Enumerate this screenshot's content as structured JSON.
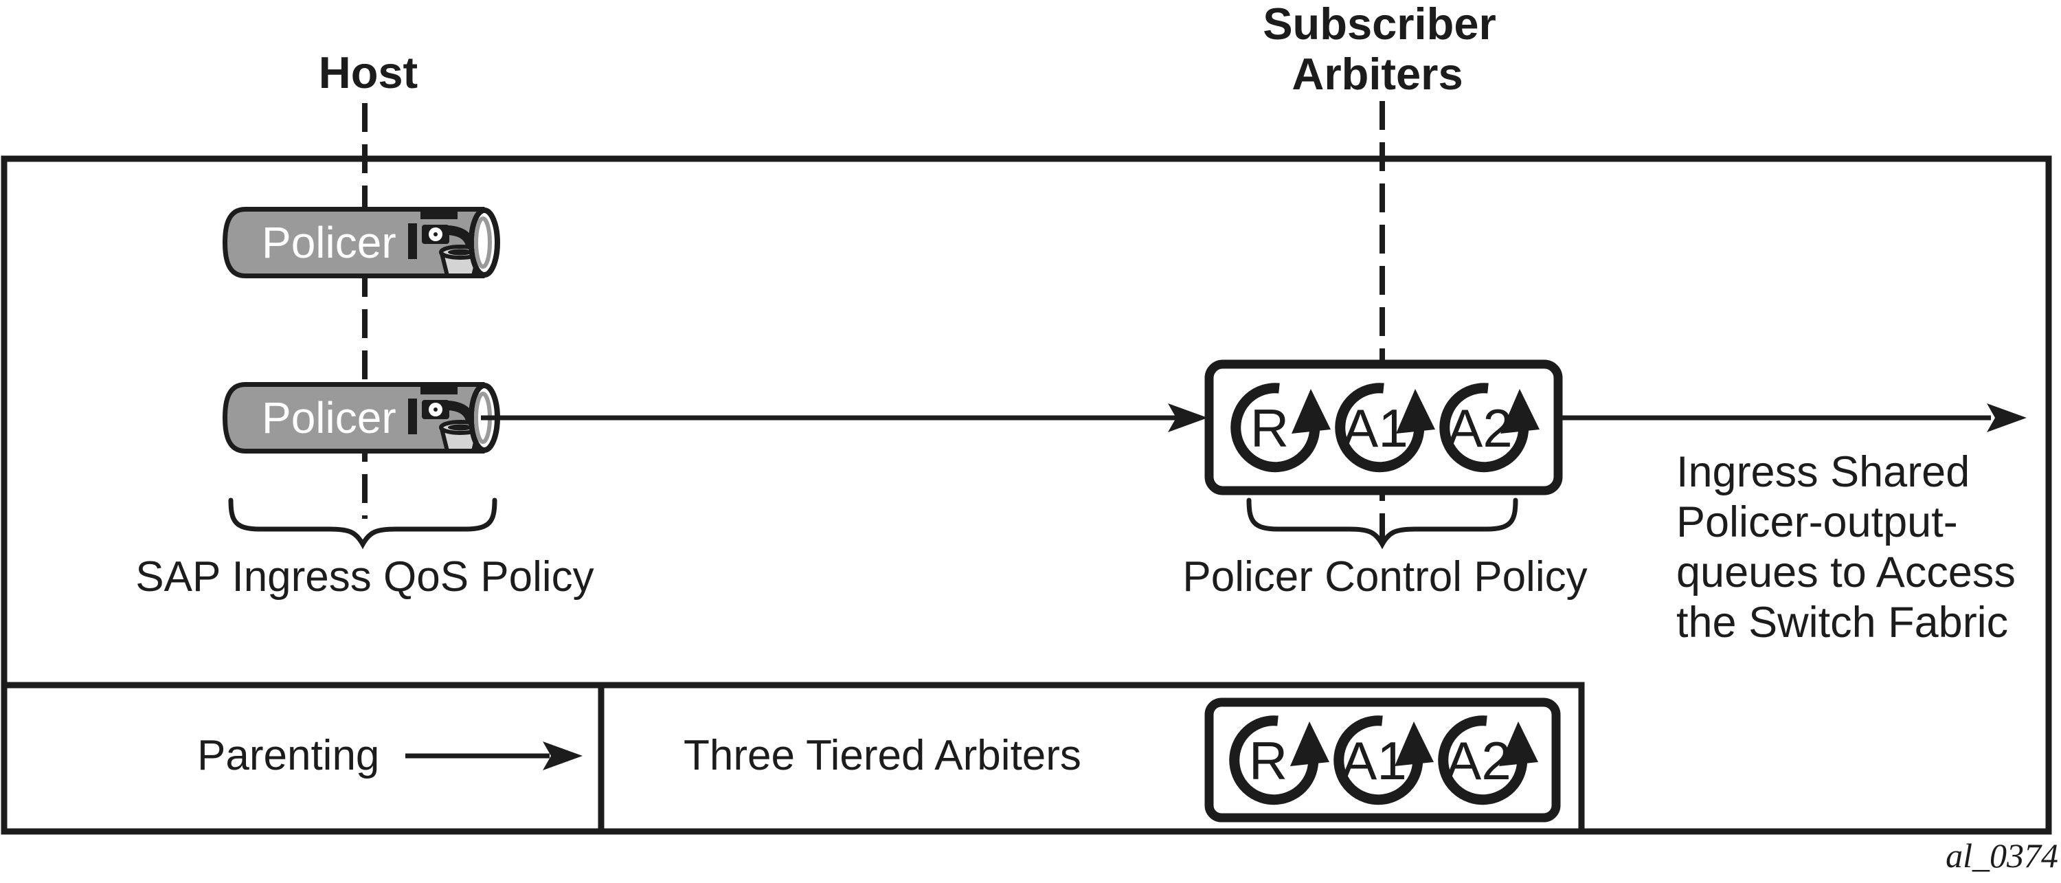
{
  "figure": {
    "caption_id": "al_0374",
    "top_labels": {
      "host": "Host",
      "subscriber_arbiters": [
        "Subscriber",
        "Arbiters"
      ]
    },
    "pipes": {
      "policer_label": "Policer"
    },
    "arbiter_letters": {
      "root": "R",
      "tier1": "A1",
      "tier2": "A2"
    },
    "captions": {
      "sap_ingress": "SAP Ingress QoS Policy",
      "policer_control": "Policer Control Policy",
      "ingress_shared": [
        "Ingress Shared",
        "Policer-output-",
        "queues to Access",
        "the Switch Fabric"
      ]
    },
    "bottom_band": {
      "parenting": "Parenting",
      "three_tiered_arbiters": "Three Tiered Arbiters"
    },
    "colors": {
      "ink": "#1C1C1C",
      "pipe_gray": "#9A9A9A",
      "bucket_gray": "#D4D4D4",
      "pipe_text": "#FFFFFF",
      "background": "#FFFFFF"
    }
  }
}
